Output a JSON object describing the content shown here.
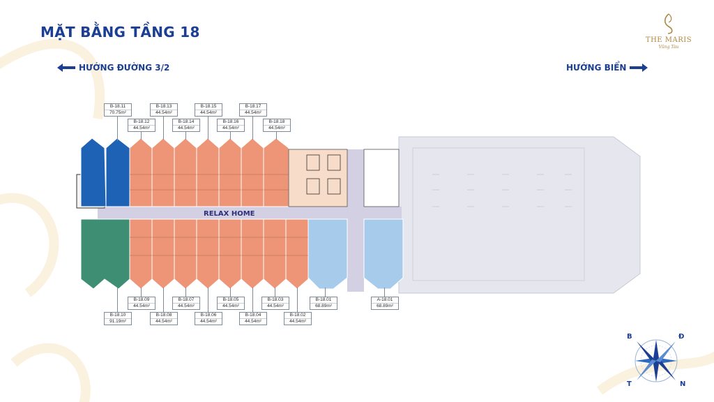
{
  "title": "MẶT BẰNG TẦNG 18",
  "directions": {
    "left": "HƯỚNG ĐƯỜNG 3/2",
    "right": "HƯỚNG BIỂN"
  },
  "logo": {
    "name": "THE MARIS",
    "sub": "Vũng Tàu"
  },
  "corridor_label": "RELAX HOME",
  "colors": {
    "brand": "#1c3f93",
    "gold": "#b08640",
    "salmon": "#ee9577",
    "blue": "#1d62b5",
    "green": "#3d8e72",
    "lightblue": "#a7cbea",
    "corridor": "#d4d0e4",
    "core": "#f7dcc9",
    "deck": "#e6e7ee"
  },
  "units": {
    "b11": {
      "code": "B-18.11",
      "area": "70.75m²"
    },
    "b12": {
      "code": "B-18.12",
      "area": "44.54m²"
    },
    "b13": {
      "code": "B-18.13",
      "area": "44.54m²"
    },
    "b14": {
      "code": "B-18.14",
      "area": "44.54m²"
    },
    "b15": {
      "code": "B-18.15",
      "area": "44.54m²"
    },
    "b16": {
      "code": "B-18.16",
      "area": "44.54m²"
    },
    "b17": {
      "code": "B-18.17",
      "area": "44.54m²"
    },
    "b18": {
      "code": "B-18.18",
      "area": "44.54m²"
    },
    "b09": {
      "code": "B-18.09",
      "area": "44.54m²"
    },
    "b10": {
      "code": "B-18.10",
      "area": "91.19m²"
    },
    "b07": {
      "code": "B-18.07",
      "area": "44.54m²"
    },
    "b08": {
      "code": "B-18.08",
      "area": "44.54m²"
    },
    "b05": {
      "code": "B-18.05",
      "area": "44.54m²"
    },
    "b06": {
      "code": "B-18.06",
      "area": "44.54m²"
    },
    "b03": {
      "code": "B-18.03",
      "area": "44.54m²"
    },
    "b04": {
      "code": "B-18.04",
      "area": "44.54m²"
    },
    "b01": {
      "code": "B-18.01",
      "area": "68.89m²"
    },
    "b02": {
      "code": "B-18.02",
      "area": "44.54m²"
    },
    "a01": {
      "code": "A-18.01",
      "area": "68.89m²"
    }
  },
  "compass": {
    "nw": "B",
    "ne": "Đ",
    "sw": "T",
    "se": "N"
  }
}
